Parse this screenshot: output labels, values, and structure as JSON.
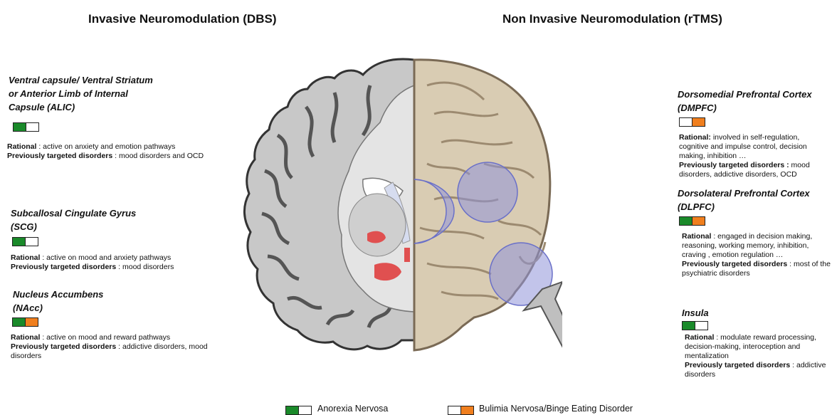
{
  "headings": {
    "left": "Invasive Neuromodulation (DBS)",
    "right": "Non Invasive Neuromodulation (rTMS)"
  },
  "dbs_targets": [
    {
      "title_lines": [
        "Ventral capsule/ Ventral Striatum",
        "or Anterior Limb of Internal",
        "Capsule (ALIC)"
      ],
      "indications": [
        "green",
        "white"
      ],
      "rational_label": "Rational",
      "rational": " : active on anxiety and emotion pathways",
      "previous_label": "Previously targeted disorders",
      "previous": " : mood disorders and OCD"
    },
    {
      "title_lines": [
        "Subcallosal Cingulate Gyrus",
        "(SCG)"
      ],
      "indications": [
        "green",
        "white"
      ],
      "rational_label": "Rational",
      "rational": " : active on mood and anxiety pathways",
      "previous_label": "Previously targeted disorders",
      "previous": " : mood disorders"
    },
    {
      "title_lines": [
        "Nucleus Accumbens",
        "(NAcc)"
      ],
      "indications": [
        "green",
        "orange"
      ],
      "rational_label": "Rational",
      "rational": " : active on mood and reward pathways",
      "previous_label": "Previously targeted disorders",
      "previous": " : addictive disorders, mood disorders"
    }
  ],
  "rtms_targets": [
    {
      "title_lines": [
        "Dorsomedial Prefrontal Cortex",
        "(DMPFC)"
      ],
      "indications": [
        "white",
        "orange"
      ],
      "rational_label": "Rational:",
      "rational": "  involved in self-regulation, cognitive and impulse control, decision making, inhibition …",
      "previous_label": "Previously targeted disorders :",
      "previous": " mood disorders, addictive disorders, OCD"
    },
    {
      "title_lines": [
        "Dorsolateral Prefrontal Cortex",
        "(DLPFC)"
      ],
      "indications": [
        "green",
        "orange"
      ],
      "rational_label": "Rational",
      "rational": " : engaged in decision making, reasoning, working memory, inhibition, craving , emotion regulation …",
      "previous_label": "Previously targeted disorders",
      "previous": "  : most of the psychiatric disorders"
    },
    {
      "title_lines": [
        "Insula"
      ],
      "indications": [
        "green",
        "white"
      ],
      "rational_label": "Rational",
      "rational": " : modulate reward processing, decision-making, interoception and mentalization",
      "previous_label": "Previously targeted disorders",
      "previous": " : addictive disorders"
    }
  ],
  "legend": [
    {
      "label": "Anorexia Nervosa",
      "swatches": [
        "green",
        "white"
      ]
    },
    {
      "label": "Bulimia Nervosa/Binge Eating Disorder",
      "swatches": [
        "white",
        "orange"
      ]
    }
  ],
  "colors": {
    "green": "#1a8a2a",
    "orange": "#f07f1e",
    "target_circle": "#8f94d8",
    "dbs_target": "#e05050",
    "cortex_fill": "#d9ccb3",
    "slice_fill": "#bdbdbd"
  },
  "icons": [
    "coronal-brain-slice-icon",
    "brain-hemisphere-icon",
    "tms-coil-icon"
  ]
}
